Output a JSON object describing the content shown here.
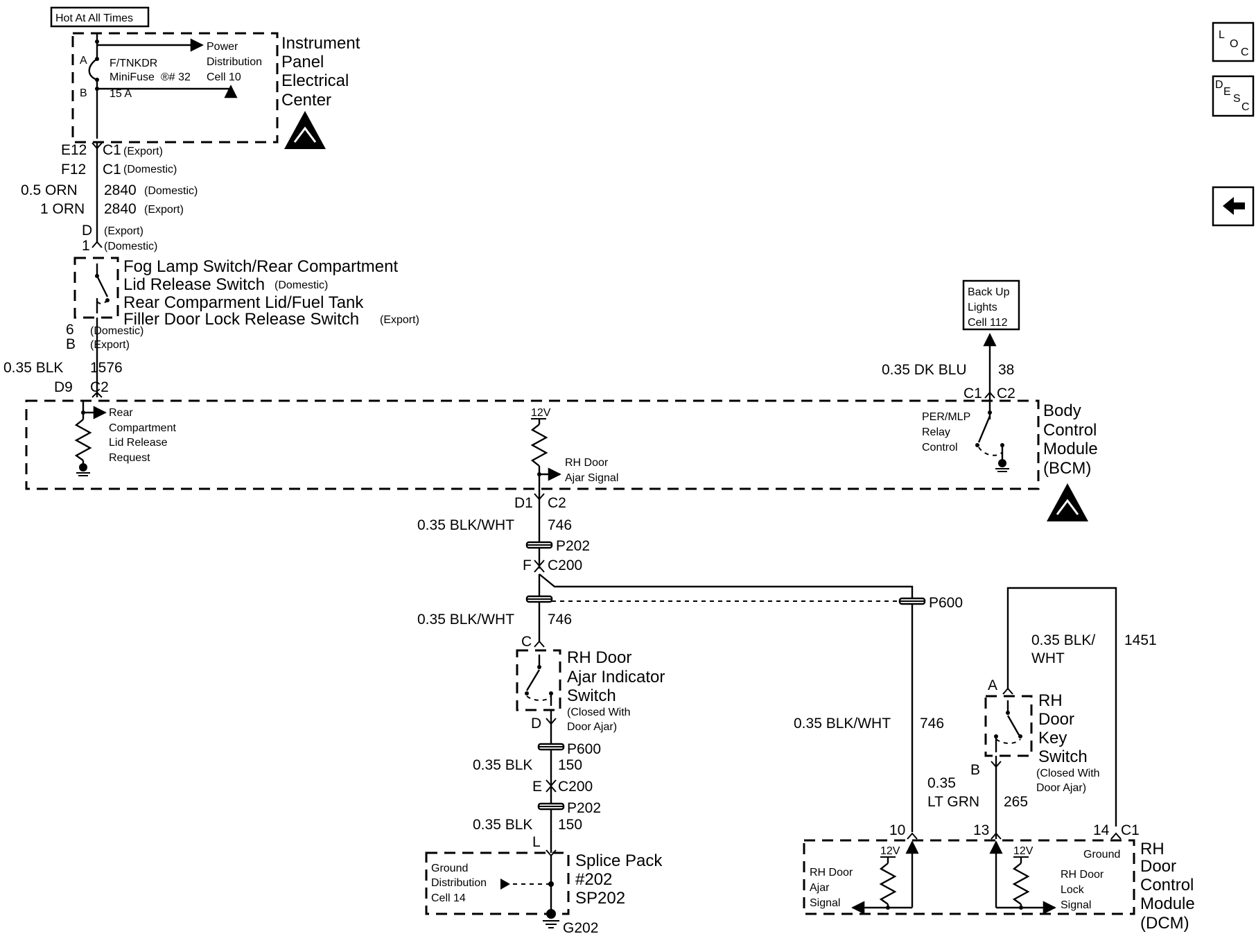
{
  "labels": {
    "hot": "Hot At All Times",
    "ipec": [
      "Instrument",
      "Panel",
      "Electrical",
      "Center"
    ],
    "pdc": [
      "Power",
      "Distribution",
      "Cell 10"
    ],
    "fuse": [
      "F/TNKDR",
      "MiniFuse",
      "®# 32",
      "15 A"
    ],
    "fuse_pin_a": "A",
    "fuse_pin_b": "B",
    "e12": "E12",
    "f12": "F12",
    "c1_a": "C1",
    "c1_b": "C1",
    "export": "(Export)",
    "domestic": "(Domestic)",
    "w1_size_a": "0.5 ORN",
    "w1_size_b": "1 ORN",
    "w1_num_a": "2840",
    "w1_num_b": "2840",
    "pin_d": "D",
    "pin_1": "1",
    "fogsw": [
      "Fog Lamp Switch/Rear Compartment",
      "Lid Release Switch",
      "Rear Comparment Lid/Fuel Tank",
      "Filler Door Lock Release Switch"
    ],
    "pin_6": "6",
    "pin_b_sw": "B",
    "w2_size": "0.35 BLK",
    "w2_num": "1576",
    "d9": "D9",
    "c2_a": "C2",
    "rear_req": [
      "Rear",
      "Compartment",
      "Lid Release",
      "Request"
    ],
    "v12": "12V",
    "rh_ajar": [
      "RH Door",
      "Ajar Signal"
    ],
    "backup": [
      "Back Up",
      "Lights",
      "Cell 112"
    ],
    "w3_size": "0.35 DK BLU",
    "w3_num": "38",
    "c1_c": "C1",
    "c2_c": "C2",
    "permlp": [
      "PER/MLP",
      "Relay",
      "Control"
    ],
    "bcm": [
      "Body",
      "Control",
      "Module",
      "(BCM)"
    ],
    "d1": "D1",
    "c2_b": "C2",
    "w4_size": "0.35 BLK/WHT",
    "w4_num": "746",
    "p202": "P202",
    "pin_f": "F",
    "c200": "C200",
    "p600": "P600",
    "w5_size": "0.35 BLK/WHT",
    "w5_num": "746",
    "pin_c": "C",
    "ajarsw": [
      "RH Door",
      "Ajar Indicator",
      "Switch",
      "(Closed With",
      "Door Ajar)"
    ],
    "pin_d2": "D",
    "p600b": "P600",
    "w6_size": "0.35 BLK",
    "w6_num": "150",
    "pin_e": "E",
    "c200b": "C200",
    "p202b": "P202",
    "w7_size": "0.35 BLK",
    "w7_num": "150",
    "pin_l": "L",
    "splice": [
      "Splice Pack",
      "#202",
      "SP202"
    ],
    "gnd_dist": [
      "Ground",
      "Distribution",
      "Cell 14"
    ],
    "g202": "G202",
    "w8_size": "0.35 BLK/WHT",
    "w8_num": "746",
    "w9_size": [
      "0.35 BLK/",
      "WHT"
    ],
    "w9_num": "1451",
    "pin_a_key": "A",
    "keysw": [
      "RH",
      "Door",
      "Key",
      "Switch",
      "(Closed With",
      "Door Ajar)"
    ],
    "pin_b_key": "B",
    "w10_size": [
      "0.35",
      "LT GRN"
    ],
    "w10_num": "265",
    "pin_10": "10",
    "pin_13": "13",
    "pin_14": "14",
    "c1_d": "C1",
    "ground_lbl": "Ground",
    "v12b": "12V",
    "v12c": "12V",
    "dcm_ajar": [
      "RH Door",
      "Ajar",
      "Signal"
    ],
    "dcm_lock": [
      "RH Door",
      "Lock",
      "Signal"
    ],
    "dcm": [
      "RH",
      "Door",
      "Control",
      "Module",
      "(DCM)"
    ]
  },
  "nav": {
    "loc": [
      "L",
      "O",
      "C"
    ],
    "desc": [
      "D",
      "E",
      "S",
      "C"
    ],
    "back_icon": "left-arrow-icon"
  }
}
